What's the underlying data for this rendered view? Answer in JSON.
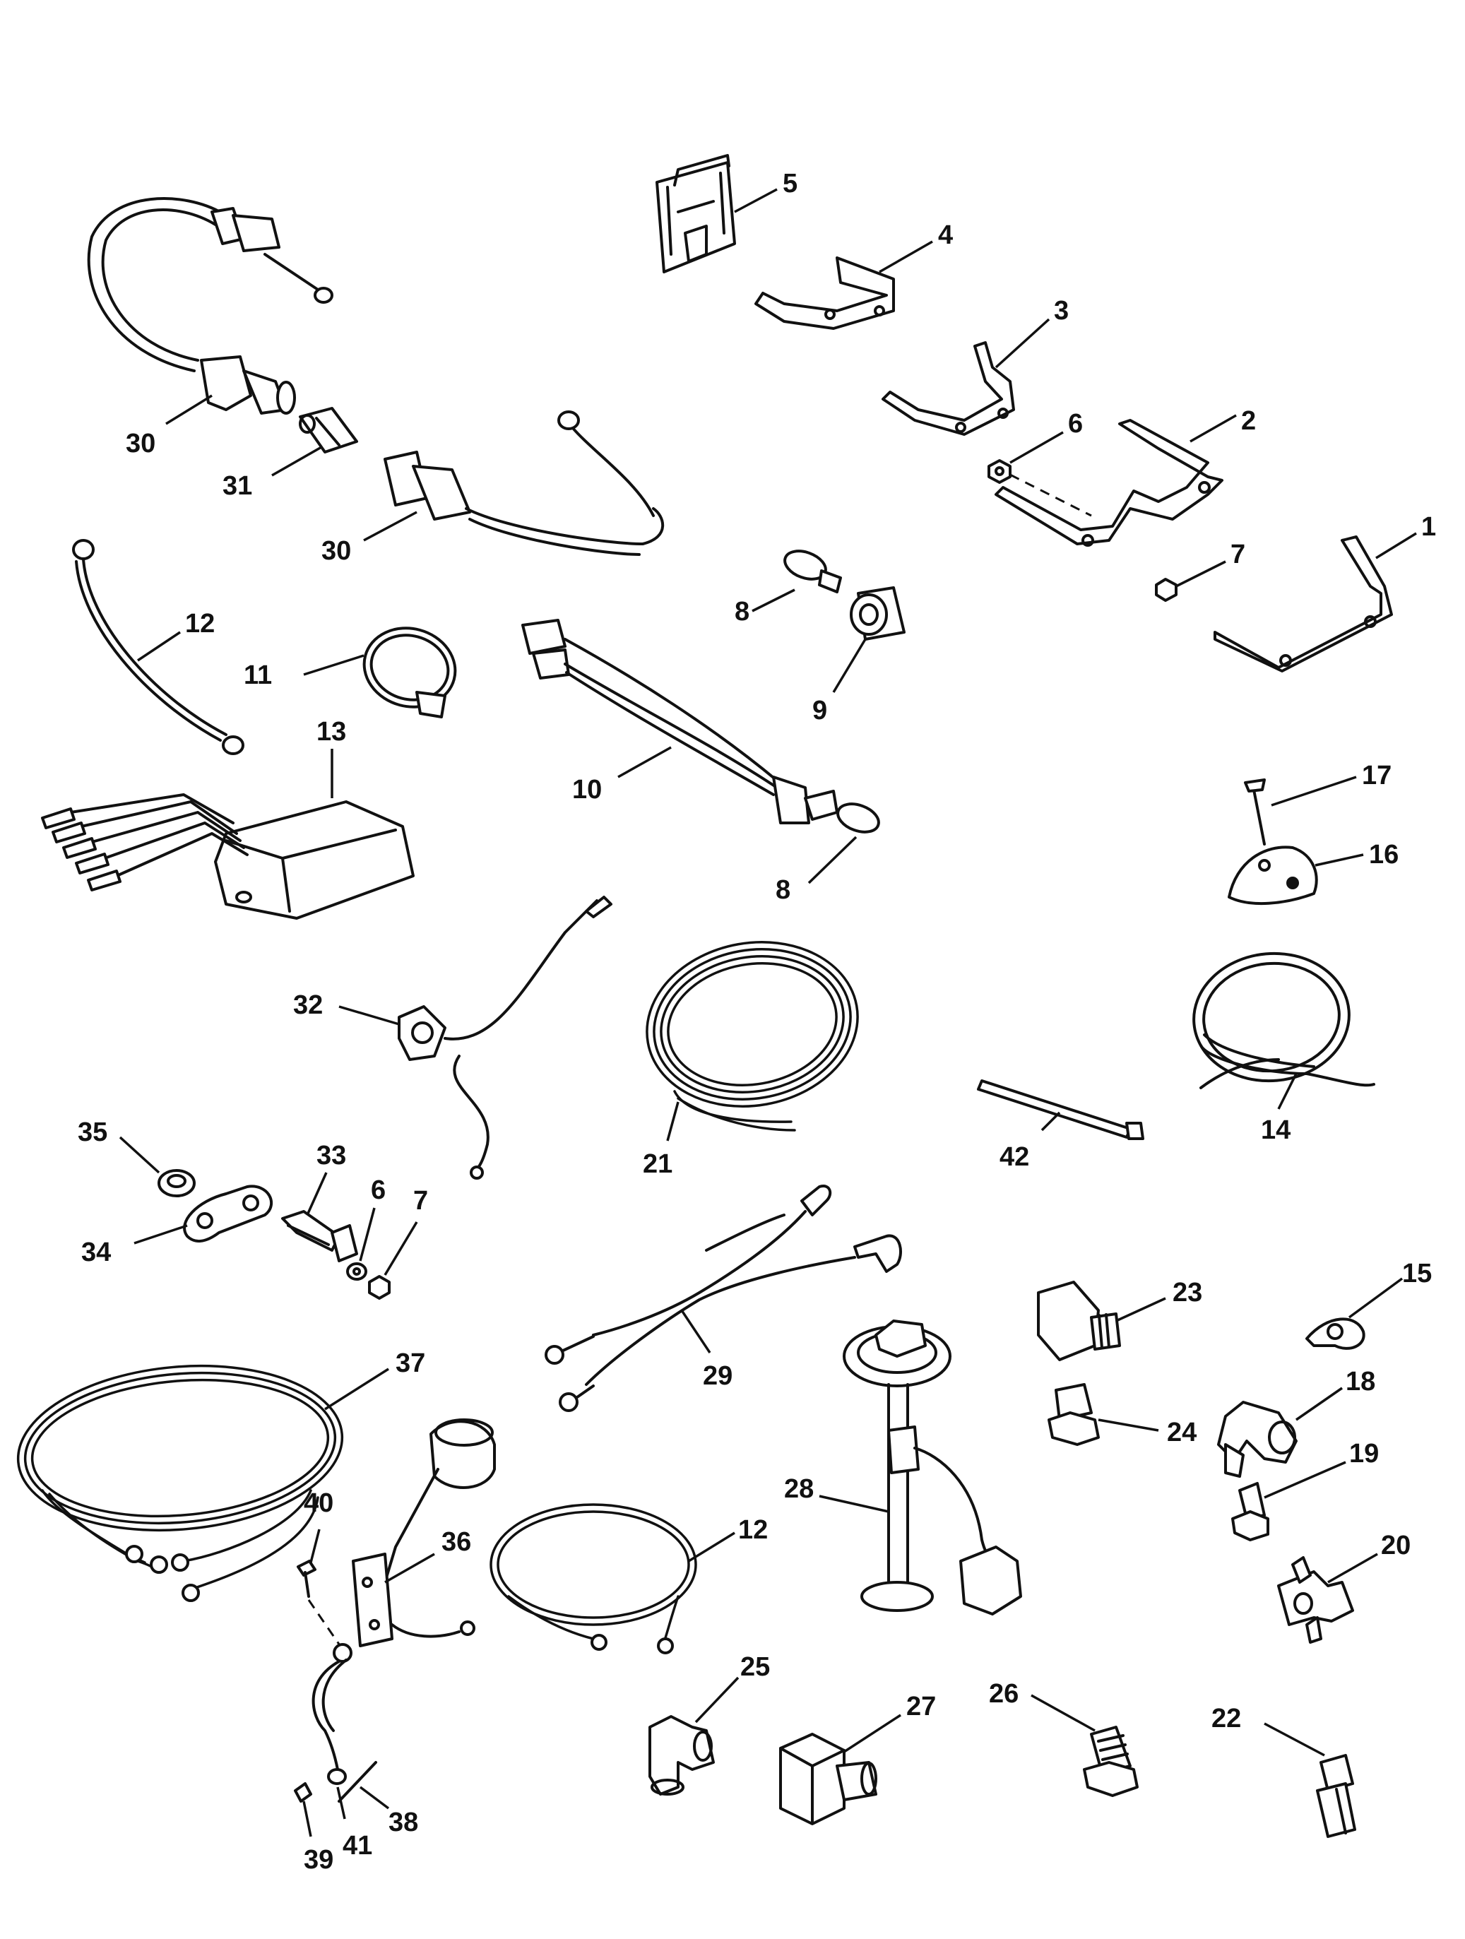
{
  "diagram": {
    "callouts": [
      "1",
      "2",
      "3",
      "4",
      "5",
      "6",
      "7",
      "8",
      "9",
      "10",
      "11",
      "12",
      "13",
      "14",
      "15",
      "16",
      "17",
      "18",
      "19",
      "20",
      "21",
      "22",
      "23",
      "24",
      "25",
      "26",
      "27",
      "28",
      "29",
      "30",
      "31",
      "32",
      "33",
      "34",
      "35",
      "36",
      "37",
      "38",
      "39",
      "40",
      "41",
      "42"
    ],
    "labels": {
      "p1": "1",
      "p2": "2",
      "p3": "3",
      "p4": "4",
      "p5": "5",
      "p6a": "6",
      "p6b": "6",
      "p7a": "7",
      "p7b": "7",
      "p8a": "8",
      "p8b": "8",
      "p9": "9",
      "p10": "10",
      "p11": "11",
      "p12a": "12",
      "p12b": "12",
      "p13": "13",
      "p14": "14",
      "p15": "15",
      "p16": "16",
      "p17": "17",
      "p18": "18",
      "p19": "19",
      "p20": "20",
      "p21": "21",
      "p22": "22",
      "p23": "23",
      "p24": "24",
      "p25": "25",
      "p26": "26",
      "p27": "27",
      "p28": "28",
      "p29": "29",
      "p30a": "30",
      "p30b": "30",
      "p31": "31",
      "p32": "32",
      "p33": "33",
      "p34": "34",
      "p35": "35",
      "p36": "36",
      "p37": "37",
      "p38": "38",
      "p39": "39",
      "p40": "40",
      "p41": "41",
      "p42": "42"
    }
  }
}
